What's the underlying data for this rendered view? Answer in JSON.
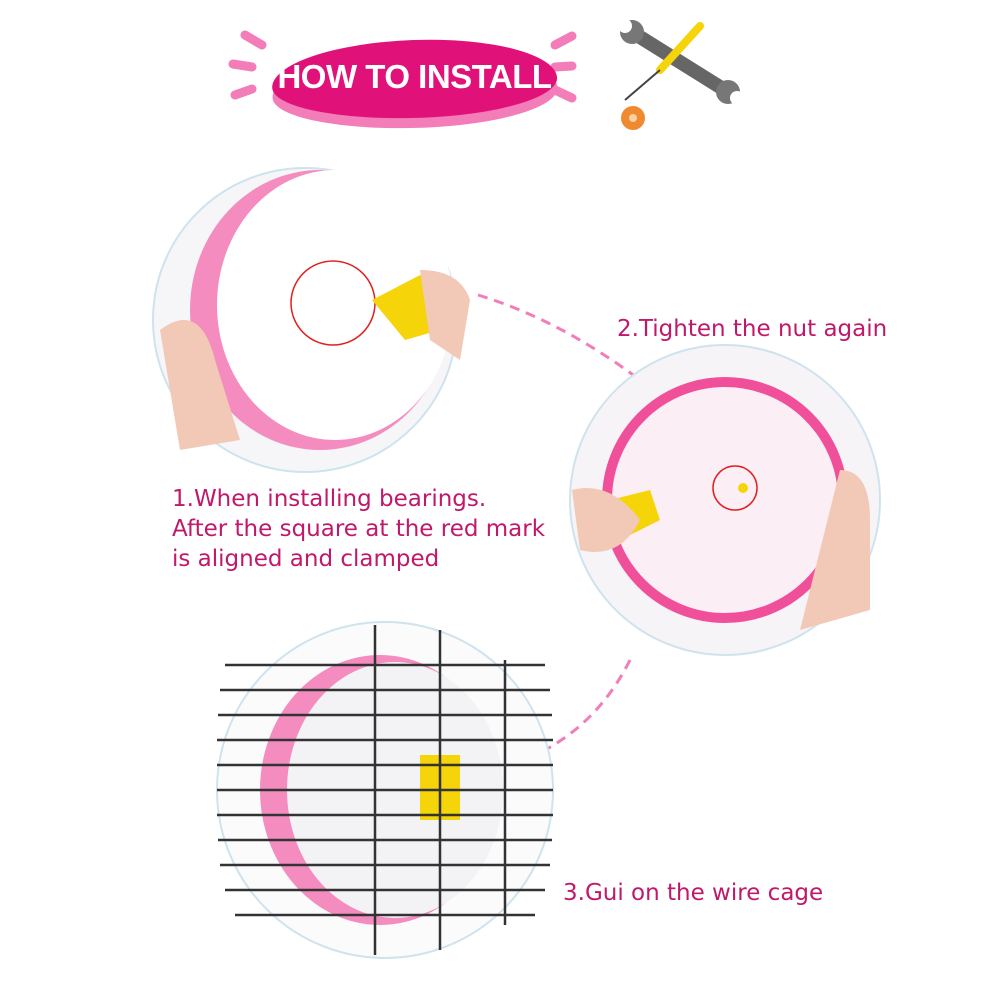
{
  "header": {
    "title": "HOW TO INSTALL",
    "icon": "wrench-screwdriver-icon"
  },
  "steps": [
    {
      "text_lines": [
        "1.When installing bearings.",
        "After the square at the red mark",
        "is aligned and clamped"
      ]
    },
    {
      "text": "2.Tighten the nut again"
    },
    {
      "text": "3.Gui on the wire cage"
    }
  ],
  "colors": {
    "accent": "#e0127a",
    "accent_light": "#f27db8",
    "text": "#c0186a",
    "wheel_pink": "#f0509a",
    "nut_yellow": "#f5d50a",
    "red_mark": "#e02020"
  }
}
